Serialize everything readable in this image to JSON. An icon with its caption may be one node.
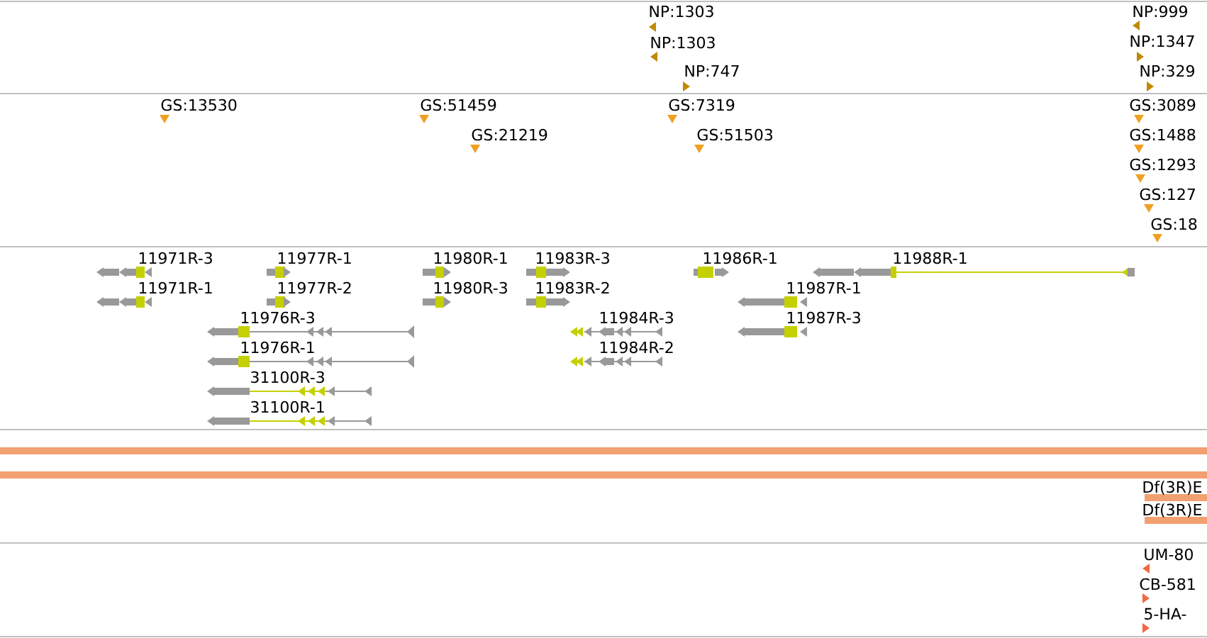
{
  "diagram": {
    "labels": [
      "NP:1303",
      "NP:999",
      "NP:1303",
      "NP:1347",
      "NP:747",
      "NP:329",
      "GS:13530",
      "GS:51459",
      "GS:7319",
      "GS:3089",
      "GS:21219",
      "GS:51503",
      "GS:1488",
      "GS:1293",
      "GS:127",
      "GS:18",
      "11971R-3",
      "11977R-1",
      "11980R-1",
      "11983R-3",
      "11986R-1",
      "11988R-1",
      "11971R-1",
      "11977R-2",
      "11980R-3",
      "11983R-2",
      "11987R-1",
      "11976R-3",
      "11984R-3",
      "11987R-3",
      "11976R-1",
      "11984R-2",
      "31100R-3",
      "31100R-1",
      "Df(3R)E",
      "Df(3R)E",
      "UM-80",
      "CB-581",
      "5-HA-"
    ]
  }
}
